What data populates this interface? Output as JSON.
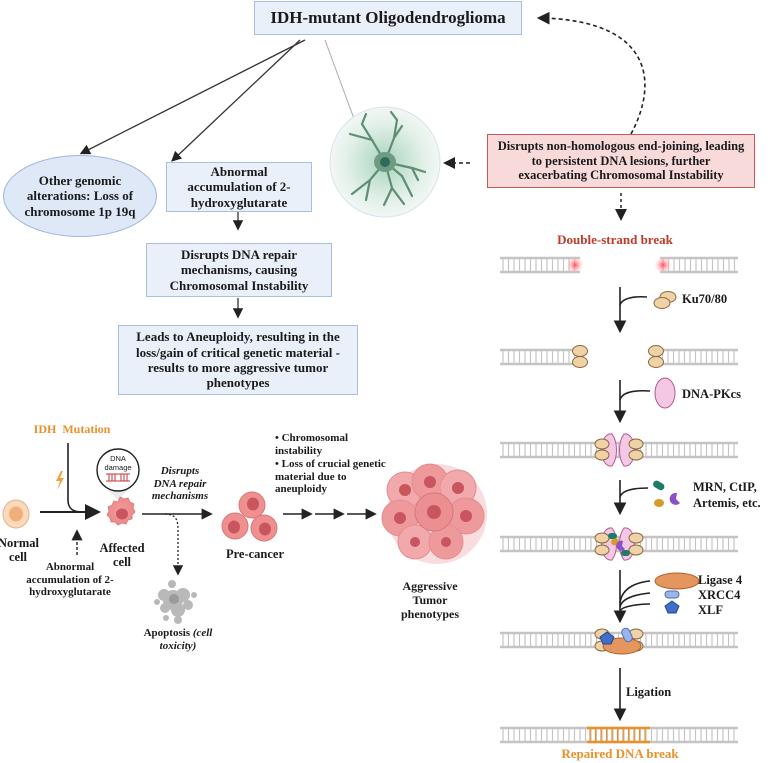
{
  "title": "IDH-mutant Oligodendroglioma",
  "flowchart": {
    "genomic_ellipse": "Other genomic alterations: Loss of chromosome 1p 19q",
    "box_2hg": "Abnormal accumulation of 2-hydroxyglutarate",
    "box_dna_repair": "Disrupts DNA repair mechanisms, causing Chromosomal Instability",
    "box_aneuploidy": "Leads to Aneuploidy, resulting in the loss/gain of critical genetic material - results to more aggressive tumor phenotypes",
    "box_nhej": "Disrupts non-homologous end-joining, leading to persistent DNA lesions, further exacerbating Chromosomal Instability"
  },
  "progression": {
    "idh_mutation": "IDH  Mutation",
    "normal_cell": "Normal cell",
    "abnormal_accumulation": "Abnormal accumulation of 2-hydroxyglutarate",
    "dna_damage": "DNA damage",
    "affected_cell": "Affected cell",
    "disrupts_label": "Disrupts DNA repair mechanisms",
    "apoptosis": "Apoptosis",
    "apoptosis_note": "(cell toxicity)",
    "pre_cancer": "Pre-cancer",
    "bullet_1": "• Chromosomal instability",
    "bullet_2": "• Loss of crucial genetic material due to aneuploidy",
    "aggressive": "Aggressive Tumor phenotypes"
  },
  "nhej": {
    "double_strand_break": "Double-strand break",
    "ku": "Ku70/80",
    "dnapkcs": "DNA-PKcs",
    "mrn": "MRN, CtIP,",
    "artemis": "Artemis, etc.",
    "ligase4": "Ligase 4",
    "xrcc4": "XRCC4",
    "xlf": "XLF",
    "ligation": "Ligation",
    "repaired": "Repaired DNA break"
  },
  "colors": {
    "box_fill": "#e9f0fa",
    "box_border": "#a9bfe0",
    "red_box_fill": "#f8dada",
    "red_box_border": "#c45a5a",
    "break_red": "#d0393b",
    "repair_orange": "#e8902a",
    "ku_tan": "#f0d2a8",
    "dnapk_pink": "#f4c8e4",
    "neuron_green": "#5e8f72"
  }
}
